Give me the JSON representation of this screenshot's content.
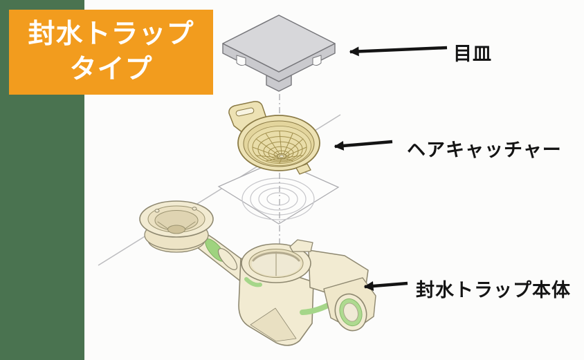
{
  "title_box": {
    "line1": "封水トラップ",
    "line2": "タイプ",
    "background": "#F29C1E",
    "text_color": "#FFFFFF"
  },
  "labels": {
    "grate_plate": "目皿",
    "hair_catcher": "ヘアキャッチャー",
    "trap_body": "封水トラップ本体"
  },
  "illustration": {
    "type": "exploded-view-floor-drain",
    "parts": [
      {
        "name": "grate-plate",
        "label": "目皿",
        "color": "#D7D7DA"
      },
      {
        "name": "hair-catcher",
        "label": "ヘアキャッチャー",
        "color": "#EDE2B4"
      },
      {
        "name": "floor-drain-opening",
        "color": "#FDFDFC"
      },
      {
        "name": "water-seal-trap-body",
        "label": "封水トラップ本体",
        "color": "#F2EBD2",
        "gasket_color": "#A5D689"
      }
    ],
    "arrow_color": "#141414"
  },
  "accent_colors": {
    "side_band_green": "#4A7350",
    "label_orange": "#F29C1E"
  }
}
